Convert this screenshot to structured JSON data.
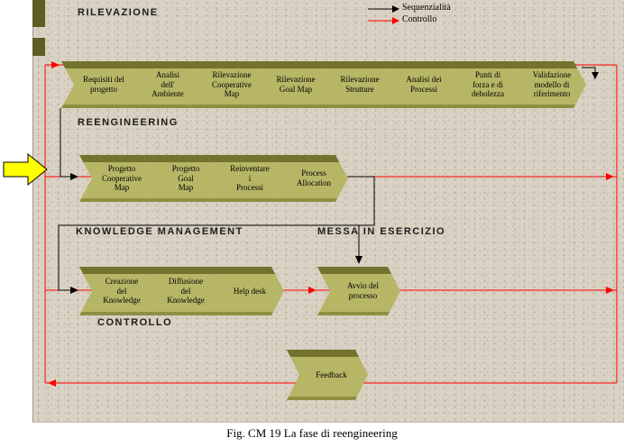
{
  "legend": {
    "sequential": "Sequenzialità",
    "control": "Controllo"
  },
  "headings": {
    "rilevazione": "RILEVAZIONE",
    "reengineering": "REENGINEERING",
    "knowledge_management": "KNOWLEDGE MANAGEMENT",
    "messa_in_esercizio": "MESSA IN ESERCIZIO",
    "controllo": "CONTROLLO"
  },
  "steps": {
    "rilevazione": [
      "Requisiti del\nprogetto",
      "Analisi\ndell'\nAmbiente",
      "Rilevazione\nCooperative\nMap",
      "Rilevazione\nGoal Map",
      "Rilevazione\nStrutture",
      "Analisi dei\nProcessi",
      "Punti di\nforza e di\ndebolezza",
      "Validazione\nmodello di\nriferimento"
    ],
    "reengineering": [
      "Progetto\nCooperative\nMap",
      "Progetto\nGoal\nMap",
      "Reinventare\ni\nProcessi",
      "Process\nAllocation"
    ],
    "knowledge": [
      "Creazione\ndel\nKnowledge",
      "Diffusione\ndel\nKnowledge",
      "Help desk"
    ],
    "esercizio": [
      "Avvio del\nprocesso"
    ],
    "controllo": [
      "Feedback"
    ]
  },
  "caption": "Fig. CM 19 La fase di reengineering",
  "colors": {
    "control": "#ff0000",
    "sequential": "#000000",
    "chevron_body": "#b6b666",
    "chevron_bevel": "#73732e",
    "chevron_shade": "#8f8f42",
    "highlight_arrow": "#ffff00",
    "canvas_bg": "#dad2c4",
    "sidebar_bar": "#5c5e24"
  }
}
